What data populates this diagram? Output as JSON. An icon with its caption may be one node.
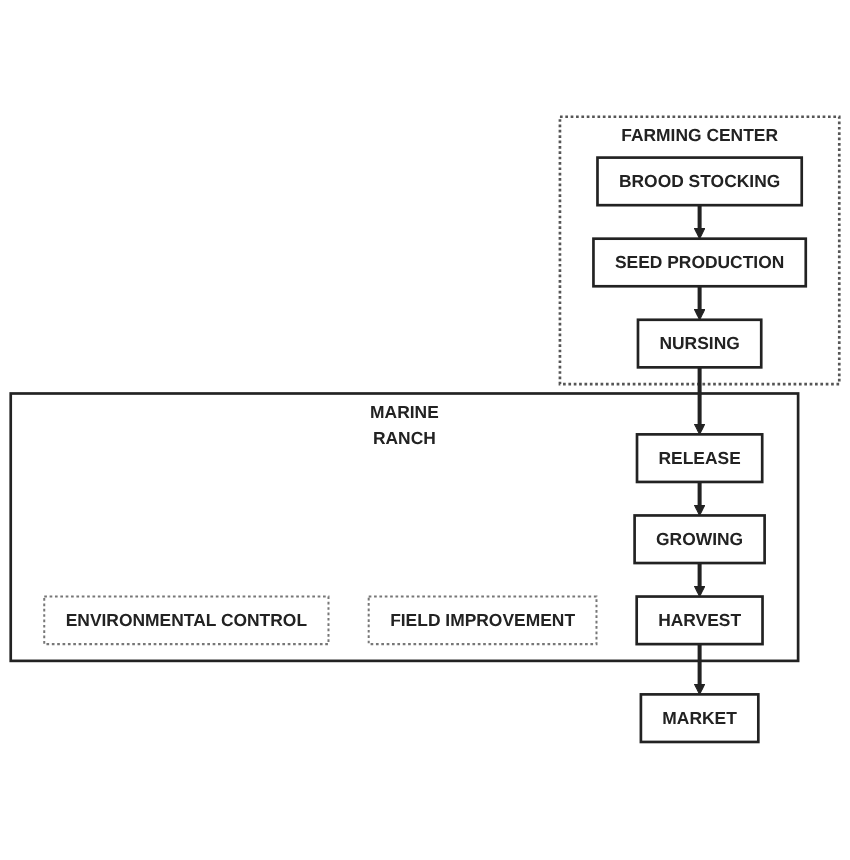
{
  "diagram": {
    "nodes": [
      {
        "text": [
          "FARMING CENTER"
        ]
      },
      {
        "text": [
          "BROOD STOCKING"
        ],
        "in": 0
      },
      {
        "text": [
          "SEED PRODUCTION"
        ],
        "in": 0
      },
      {
        "text": [
          "NURSING"
        ],
        "in": 0
      },
      {
        "text": [
          "MARINE",
          "RANCH"
        ]
      },
      {
        "text": [
          "RELEASE"
        ],
        "in": 4
      },
      {
        "text": [
          "ENVIRONMENTAL CONTROL"
        ],
        "in": 4
      },
      {
        "text": [
          "GROWING"
        ],
        "in": 4
      },
      {
        "text": [
          "FIELD IMPROVEMENT"
        ],
        "in": 4
      },
      {
        "text": [
          "HARVEST"
        ],
        "in": 4
      },
      {
        "text": [
          "MARKET"
        ]
      }
    ],
    "edges": [
      {
        "from": 1,
        "to": 2,
        "arrow": "to"
      },
      {
        "from": 2,
        "to": 3,
        "arrow": "to"
      },
      {
        "from": 3,
        "to": 5,
        "arrow": "to"
      },
      {
        "from": 5,
        "to": 7,
        "arrow": "to"
      },
      {
        "from": 7,
        "to": 9,
        "arrow": "to"
      },
      {
        "from": 9,
        "to": 10,
        "arrow": "to"
      }
    ]
  }
}
